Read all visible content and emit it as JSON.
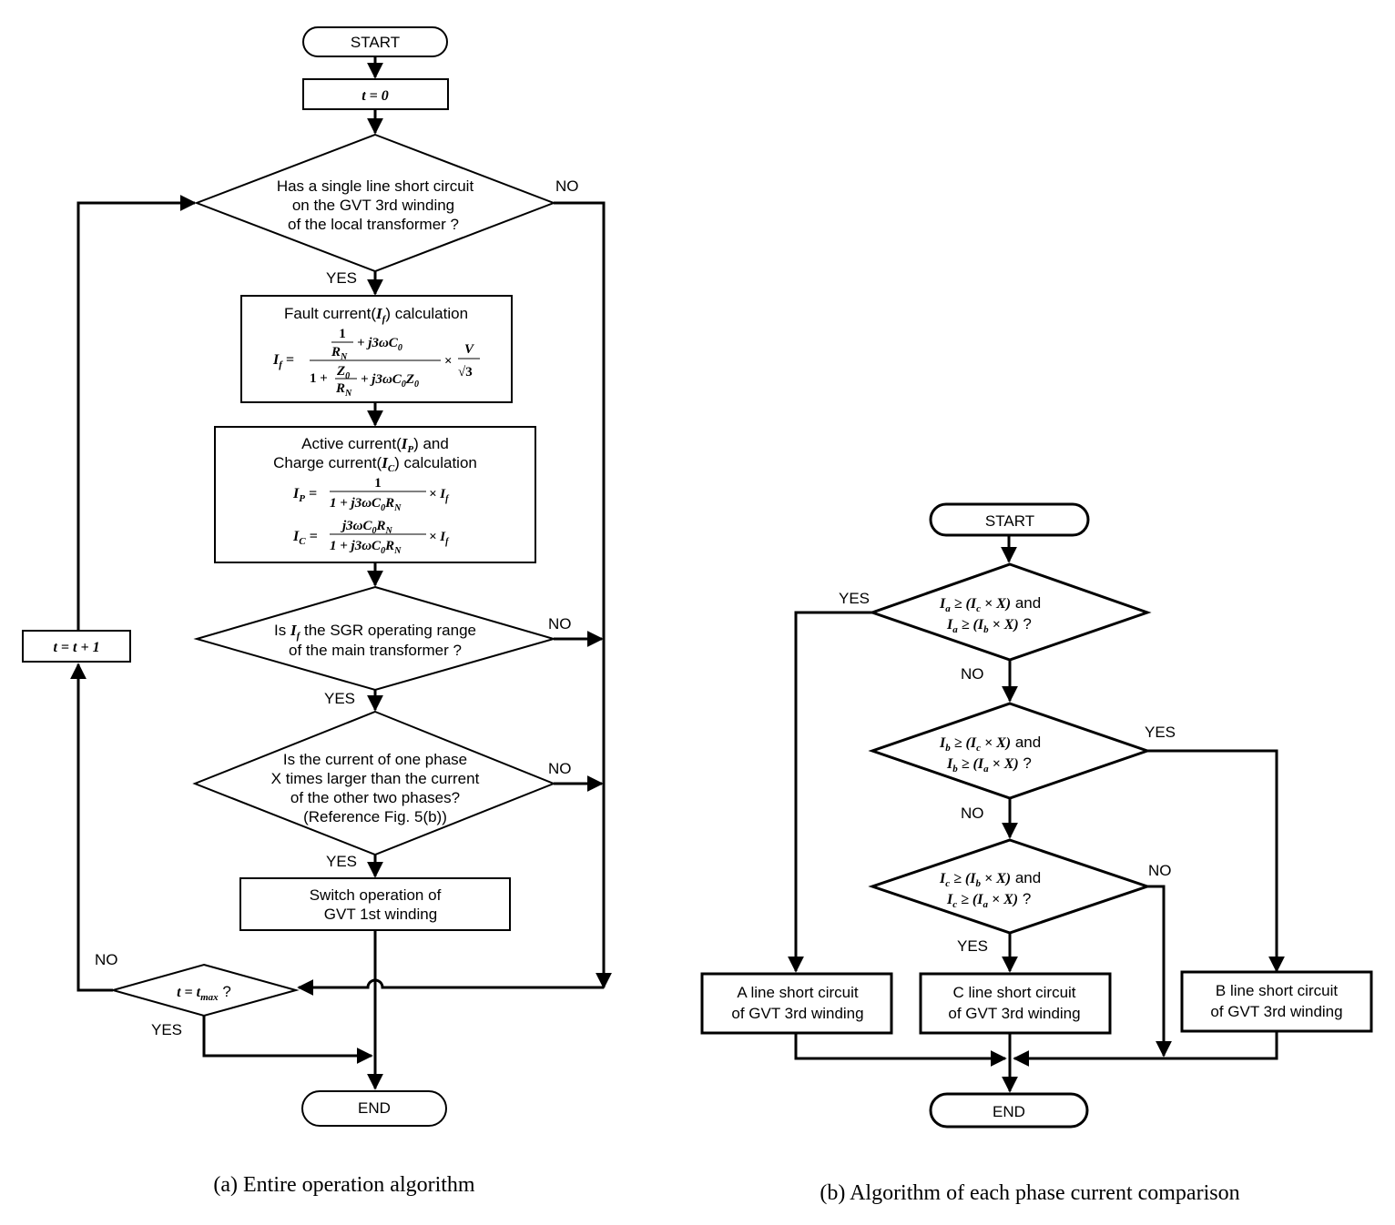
{
  "a": {
    "start": "START",
    "t0": "t = 0",
    "d1": [
      "Has a single line short circuit",
      "on the GVT 3rd winding",
      "of the local transformer ?"
    ],
    "d1_no": "NO",
    "d1_yes": "YES",
    "fault_title": "Fault current(If) calculation",
    "fault_formula": "If = (1/RN + j3ωC0) / (1 + Z0/RN + j3ωC0Z0) × V/√3",
    "active_title": [
      "Active current(IP) and",
      "Charge current(IC) calculation"
    ],
    "ip_formula": "IP = 1/(1 + j3ωC0RN) × If",
    "ic_formula": "IC = j3ωC0RN/(1 + j3ωC0RN) × If",
    "d2": [
      "Is If the SGR operating range",
      "of the main transformer ?"
    ],
    "d2_no": "NO",
    "d2_yes": "YES",
    "d3": [
      "Is the current of one phase",
      "X times larger than the current",
      "of the other two phases?",
      "(Reference Fig. 5(b))"
    ],
    "d3_no": "NO",
    "d3_yes": "YES",
    "switch": [
      "Switch operation of",
      "GVT 1st winding"
    ],
    "tinc": "t = t + 1",
    "tmax": "t = tmax ?",
    "tmax_no": "NO",
    "tmax_yes": "YES",
    "end": "END",
    "caption": "(a) Entire operation algorithm"
  },
  "b": {
    "start": "START",
    "c1": [
      "Ia ≥ (Ic × X) and",
      "Ia ≥ (Ib × X) ?"
    ],
    "c1_yes": "YES",
    "c1_no": "NO",
    "c2": [
      "Ib ≥ (Ic × X) and",
      "Ib ≥ (Ia × X) ?"
    ],
    "c2_yes": "YES",
    "c2_no": "NO",
    "c3": [
      "Ic ≥ (Ib × X) and",
      "Ic ≥ (Ia × X) ?"
    ],
    "c3_yes": "YES",
    "c3_no": "NO",
    "out_a": [
      "A line short circuit",
      "of GVT 3rd winding"
    ],
    "out_c": [
      "C line short circuit",
      "of GVT 3rd winding"
    ],
    "out_b": [
      "B line short circuit",
      "of GVT 3rd winding"
    ],
    "end": "END",
    "caption": "(b) Algorithm of each phase current comparison"
  }
}
